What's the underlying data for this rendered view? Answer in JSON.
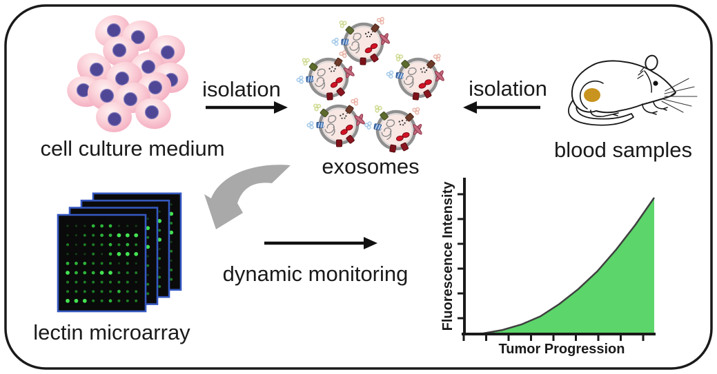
{
  "labels": {
    "cell_culture_medium": "cell culture medium",
    "isolation_left": "isolation",
    "isolation_right": "isolation",
    "exosomes": "exosomes",
    "blood_samples": "blood samples",
    "lectin_microarray": "lectin microarray",
    "dynamic_monitoring": "dynamic monitoring"
  },
  "colors": {
    "background": "#ffffff",
    "border": "#1a1a1a",
    "text": "#1a1a1a",
    "arrow_black": "#111111",
    "arrow_gray": "#a9a9a9",
    "cell_body_light": "#fdebec",
    "cell_body_dark": "#f3a8bd",
    "cell_nucleus": "#4f4796",
    "exosome_membrane": "#8f8f8f",
    "exosome_lumen": "#f8e7e3",
    "slide_border": "#3558c0",
    "slide_fill": "#0a0a0a",
    "tumor_spot": "#c8931f"
  },
  "cells": {
    "count": 14,
    "positions": [
      [
        163,
        45
      ],
      [
        203,
        52
      ],
      [
        242,
        73
      ],
      [
        175,
        75
      ],
      [
        137,
        100
      ],
      [
        213,
        98
      ],
      [
        180,
        112
      ],
      [
        247,
        113
      ],
      [
        123,
        133
      ],
      [
        152,
        138
      ],
      [
        223,
        128
      ],
      [
        192,
        142
      ],
      [
        165,
        170
      ],
      [
        222,
        165
      ]
    ]
  },
  "exosomes": {
    "count": 5,
    "positions": [
      [
        527,
        62,
        0
      ],
      [
        476,
        113,
        -6
      ],
      [
        606,
        113,
        5
      ],
      [
        491,
        181,
        -3
      ],
      [
        574,
        189,
        8
      ]
    ]
  },
  "microarray": {
    "slide_count": 4,
    "dot_rows": [
      [
        0,
        0,
        0,
        2,
        2,
        2,
        0,
        0,
        0
      ],
      [
        0,
        0,
        1,
        1,
        2,
        2,
        3,
        3,
        3
      ],
      [
        1,
        0,
        1,
        1,
        1,
        2,
        1,
        2,
        1
      ],
      [
        0,
        0,
        0,
        1,
        0,
        2,
        3,
        3,
        3
      ],
      [
        2,
        2,
        2,
        1,
        1,
        1,
        0,
        1,
        0
      ],
      [
        3,
        2,
        2,
        2,
        3,
        3,
        1,
        1,
        1
      ],
      [
        1,
        1,
        1,
        1,
        1,
        1,
        1,
        1,
        0
      ],
      [
        1,
        1,
        1,
        1,
        1,
        1,
        2,
        1,
        1
      ],
      [
        3,
        3,
        3,
        1,
        1,
        2,
        1,
        1,
        1
      ]
    ]
  },
  "chart_data": {
    "type": "area",
    "title": "",
    "xlabel": "Tumor Progression",
    "ylabel": "Fluorescence Intensity",
    "x": [
      0,
      0.1,
      0.2,
      0.3,
      0.4,
      0.5,
      0.6,
      0.7,
      0.8,
      0.9,
      1.0
    ],
    "y": [
      0,
      0.005,
      0.03,
      0.07,
      0.13,
      0.22,
      0.33,
      0.46,
      0.62,
      0.8,
      1.0
    ],
    "xlim": [
      0,
      1
    ],
    "ylim": [
      0,
      1
    ],
    "x_tick_count": 9,
    "y_tick_count": 6,
    "grid": false,
    "legend": false,
    "fill_color": "#5cd56a",
    "line_color": "#3f3f3f",
    "axis_color": "#1a1a1a"
  }
}
